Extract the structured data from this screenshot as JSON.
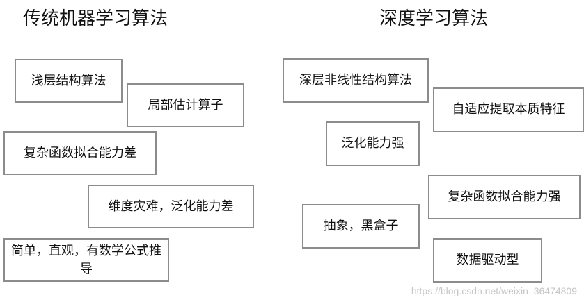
{
  "left_column": {
    "title": "传统机器学习算法",
    "items": [
      "浅层结构算法",
      "局部估计算子",
      "复杂函数拟合能力差",
      "维度灾难，泛化能力差",
      "简单，直观，有数学公式推导"
    ]
  },
  "right_column": {
    "title": "深度学习算法",
    "items": [
      "深层非线性结构算法",
      "自适应提取本质特征",
      "泛化能力强",
      "复杂函数拟合能力强",
      "抽象，黑盒子",
      "数据驱动型"
    ]
  },
  "watermark": "https://blog.csdn.net/weixin_36474809"
}
